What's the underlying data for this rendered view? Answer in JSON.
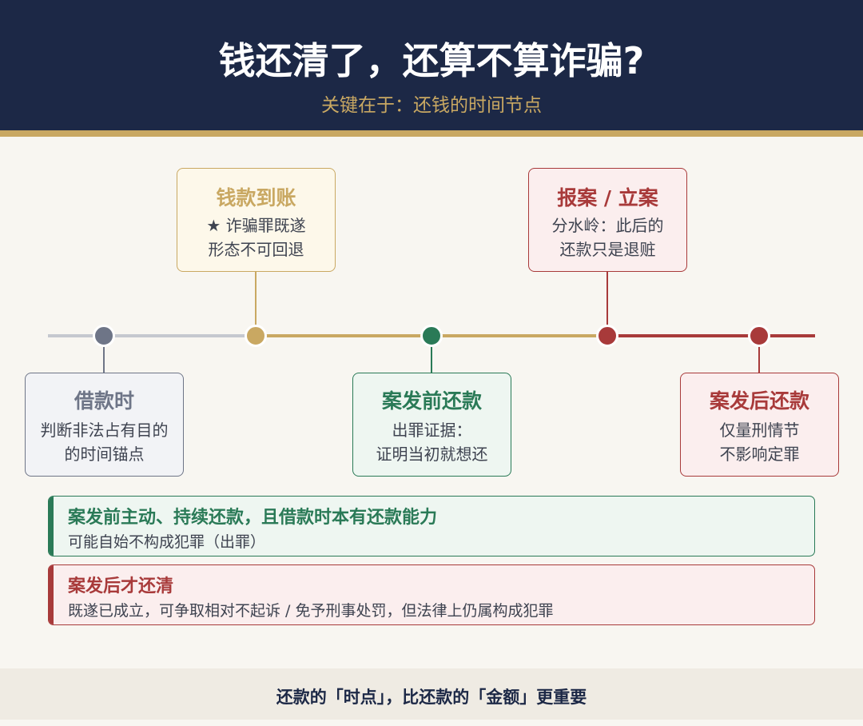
{
  "header": {
    "title": "钱还清了，还算不算诈骗?",
    "subtitle": "关键在于：还钱的时间节点"
  },
  "colors": {
    "navy": "#1c2846",
    "gold": "#c9a862",
    "grey": "#6e7587",
    "green": "#2a7a57",
    "red": "#a83a3a",
    "line_grey": "#c5c8cf"
  },
  "timeline": {
    "nodes": [
      {
        "id": "borrow",
        "title": "借款时",
        "lines": [
          "判断非法占有目的",
          "的时间锚点"
        ],
        "color": "grey"
      },
      {
        "id": "received",
        "title": "钱款到账",
        "lines": [
          "★ 诈骗罪既遂",
          "形态不可回退"
        ],
        "color": "gold"
      },
      {
        "id": "repay-before",
        "title": "案发前还款",
        "lines": [
          "出罪证据：",
          "证明当初就想还"
        ],
        "color": "green"
      },
      {
        "id": "report",
        "title": "报案 / 立案",
        "lines": [
          "分水岭：此后的",
          "还款只是退赃"
        ],
        "color": "red"
      },
      {
        "id": "repay-after",
        "title": "案发后还款",
        "lines": [
          "仅量刑情节",
          "不影响定罪"
        ],
        "color": "red"
      }
    ]
  },
  "notes": [
    {
      "id": "before",
      "title": "案发前主动、持续还款，且借款时本有还款能力",
      "text": "可能自始不构成犯罪（出罪）",
      "color": "green"
    },
    {
      "id": "after",
      "title": "案发后才还清",
      "text": "既遂已成立，可争取相对不起诉 / 免予刑事处罚，但法律上仍属构成犯罪",
      "color": "red"
    }
  ],
  "footer": {
    "text": "还款的「时点」，比还款的「金额」更重要"
  }
}
